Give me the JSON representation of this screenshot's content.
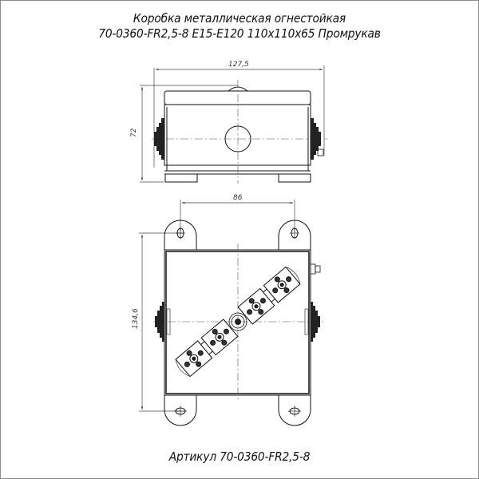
{
  "title": {
    "line1": "Коробка металлическая огнестойкая",
    "line2": "70-0360-FR2,5-8 E15-E120 110x110x65 Промрукав"
  },
  "footer": {
    "article": "Артикул 70-0360-FR2,5-8"
  },
  "views": {
    "front": {
      "width_dim": "127,5",
      "height_dim": "72"
    },
    "top": {
      "mount_spacing_dim": "86",
      "height_dim": "134,6",
      "terminal_blocks": 4
    }
  },
  "colors": {
    "line": "#111111",
    "dim_line": "#444444",
    "border": "#8c8c8c"
  }
}
